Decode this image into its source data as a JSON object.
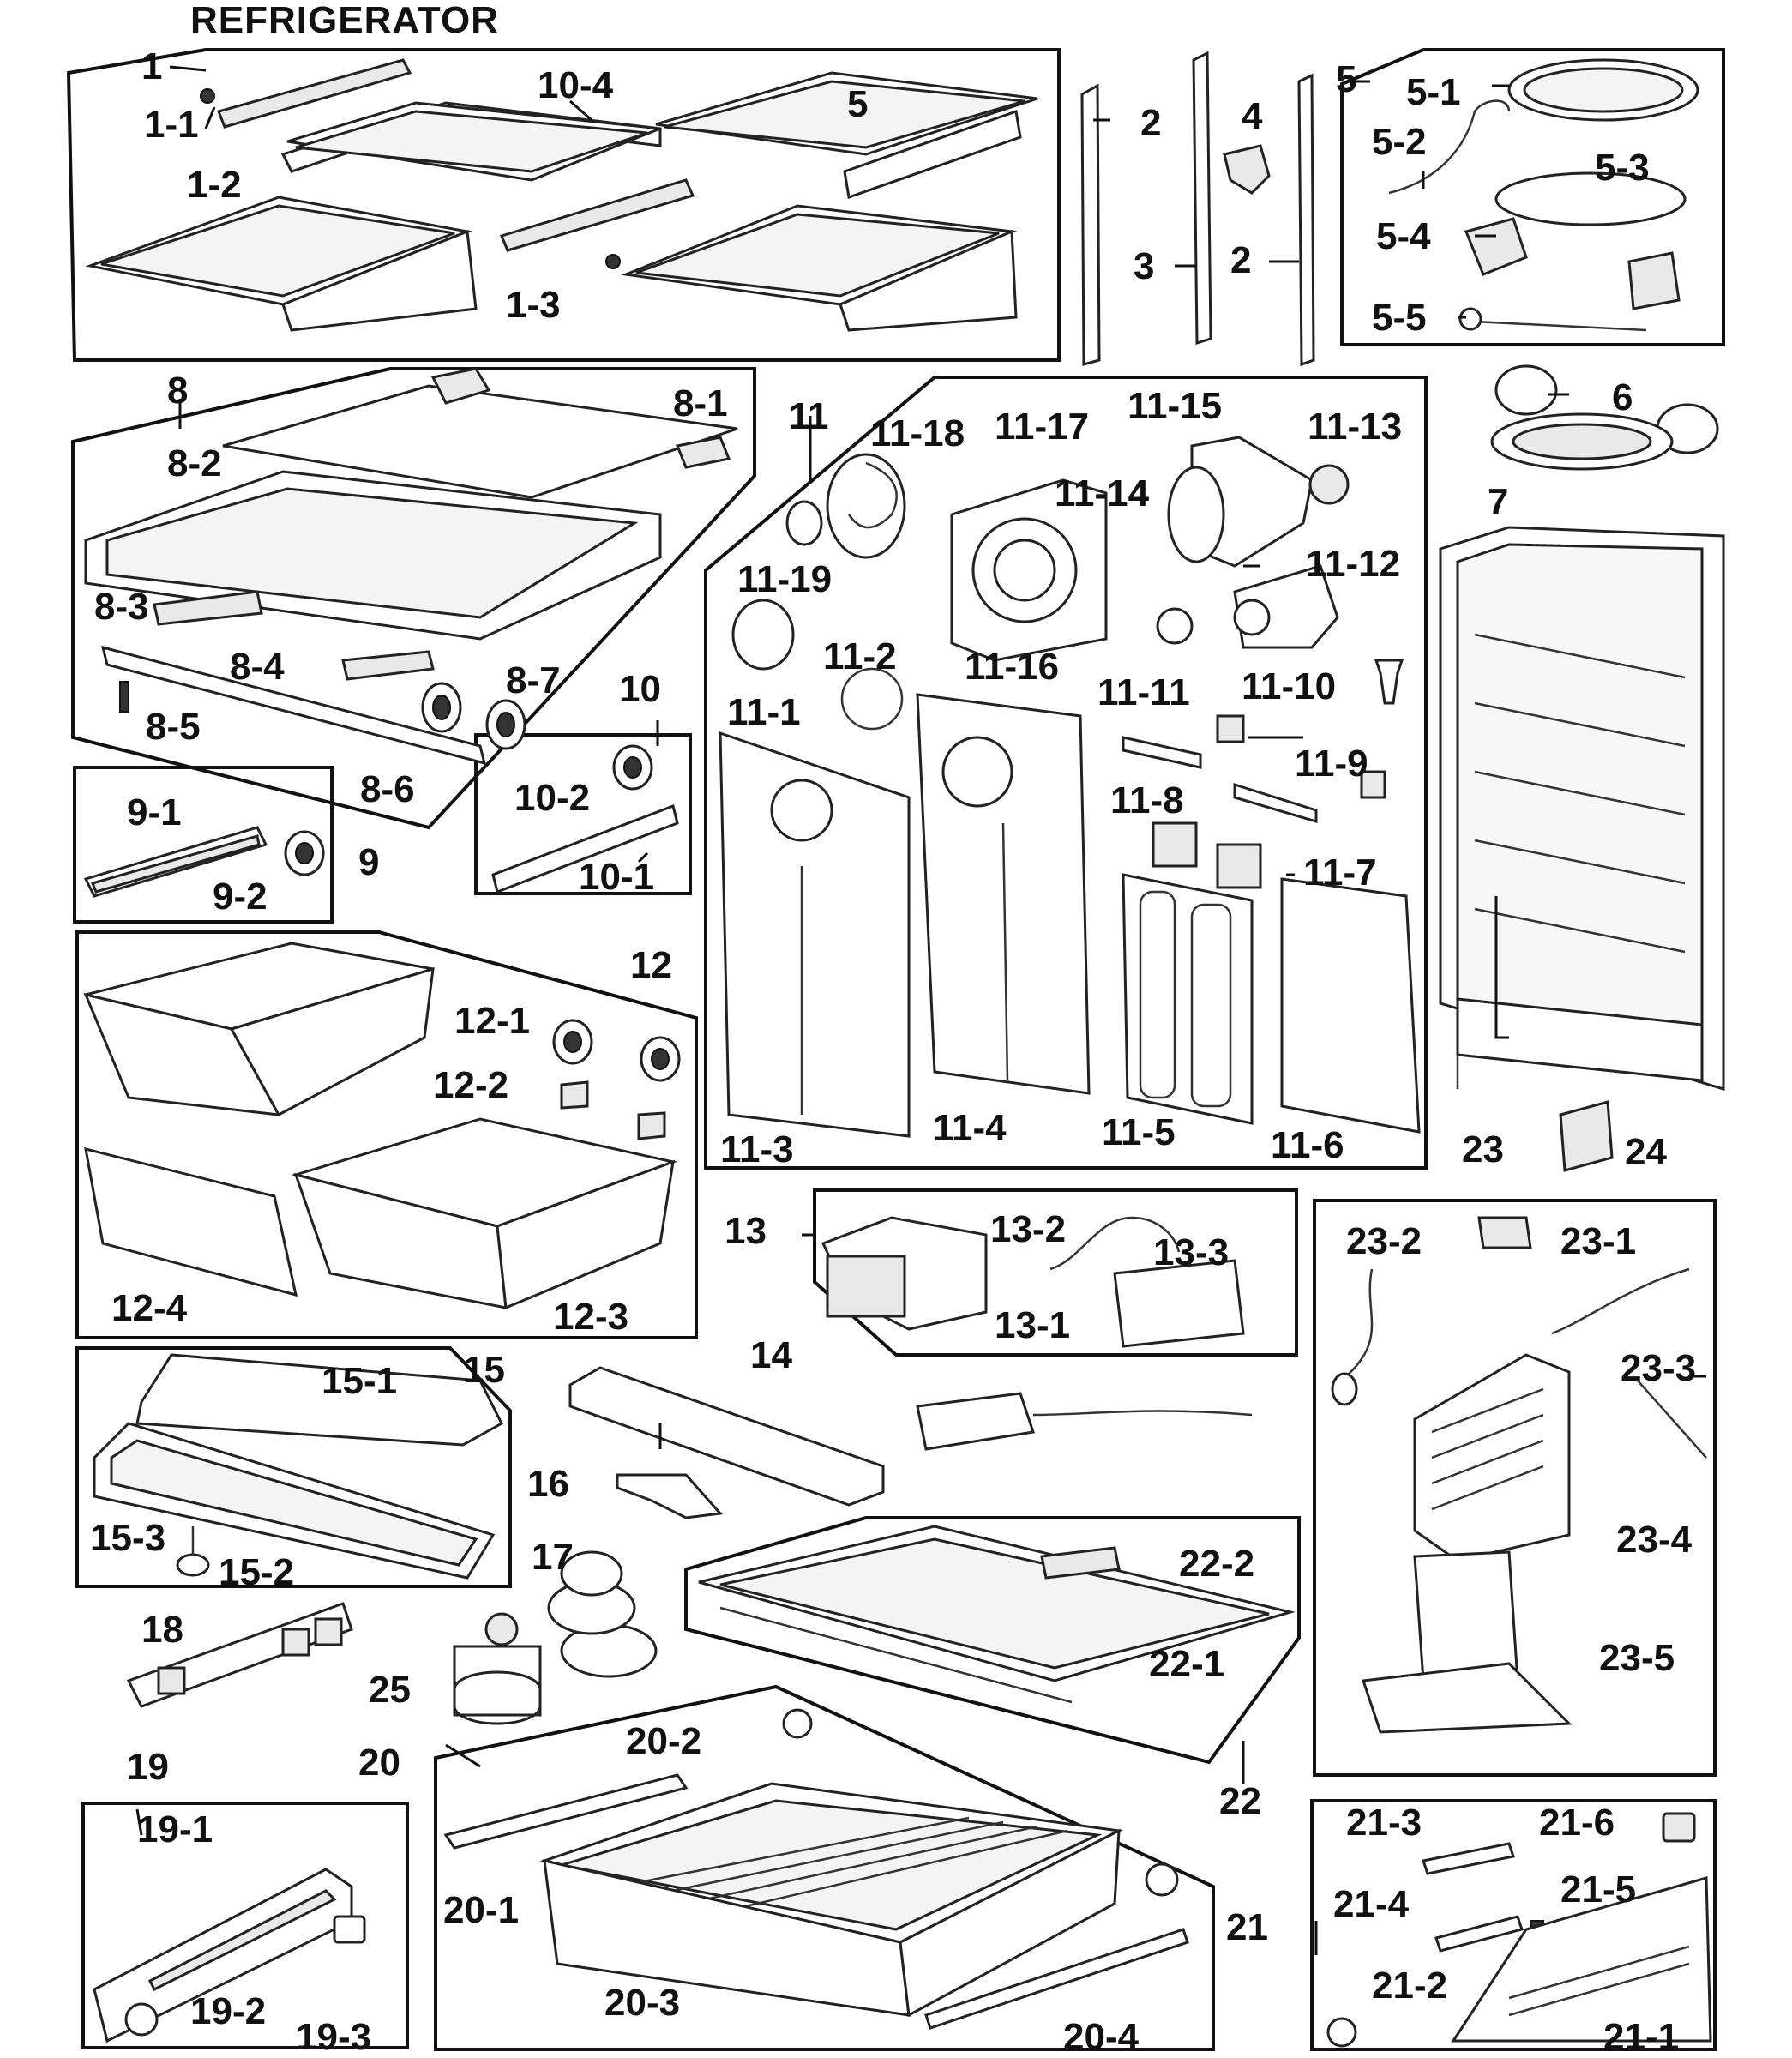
{
  "title": "REFRIGERATOR",
  "labels": {
    "p1": "1",
    "p1_1": "1-1",
    "p1_2": "1-2",
    "p1_3": "1-3",
    "p10_4": "10-4",
    "p5": "5",
    "p2a": "2",
    "p3": "3",
    "p4": "4",
    "p2b": "2",
    "p5b": "5",
    "p5_1": "5-1",
    "p5_2": "5-2",
    "p5_3": "5-3",
    "p5_4": "5-4",
    "p5_5": "5-5",
    "p6": "6",
    "p7": "7",
    "p8": "8",
    "p8_1": "8-1",
    "p8_2": "8-2",
    "p8_3": "8-3",
    "p8_4": "8-4",
    "p8_5": "8-5",
    "p8_6": "8-6",
    "p8_7": "8-7",
    "p10": "10",
    "p10_1": "10-1",
    "p10_2": "10-2",
    "p9": "9",
    "p9_1": "9-1",
    "p9_2": "9-2",
    "p11": "11",
    "p11_1": "11-1",
    "p11_2": "11-2",
    "p11_3": "11-3",
    "p11_4": "11-4",
    "p11_5": "11-5",
    "p11_6": "11-6",
    "p11_7": "11-7",
    "p11_8": "11-8",
    "p11_9": "11-9",
    "p11_10": "11-10",
    "p11_11": "11-11",
    "p11_12": "11-12",
    "p11_13": "11-13",
    "p11_14": "11-14",
    "p11_15": "11-15",
    "p11_16": "11-16",
    "p11_17": "11-17",
    "p11_18": "11-18",
    "p11_19": "11-19",
    "p12": "12",
    "p12_1": "12-1",
    "p12_2": "12-2",
    "p12_3": "12-3",
    "p12_4": "12-4",
    "p13": "13",
    "p13_1": "13-1",
    "p13_2": "13-2",
    "p13_3": "13-3",
    "p14": "14",
    "p15": "15",
    "p15_1": "15-1",
    "p15_2": "15-2",
    "p15_3": "15-3",
    "p16": "16",
    "p17": "17",
    "p18": "18",
    "p19": "19",
    "p19_1": "19-1",
    "p19_2": "19-2",
    "p19_3": "19-3",
    "p20": "20",
    "p20_1": "20-1",
    "p20_2": "20-2",
    "p20_3": "20-3",
    "p20_4": "20-4",
    "p21": "21",
    "p21_1": "21-1",
    "p21_2": "21-2",
    "p21_3": "21-3",
    "p21_4": "21-4",
    "p21_5": "21-5",
    "p21_6": "21-6",
    "p22": "22",
    "p22_1": "22-1",
    "p22_2": "22-2",
    "p23": "23",
    "p23_1": "23-1",
    "p23_2": "23-2",
    "p23_3": "23-3",
    "p23_4": "23-4",
    "p23_5": "23-5",
    "p24": "24",
    "p25": "25"
  }
}
